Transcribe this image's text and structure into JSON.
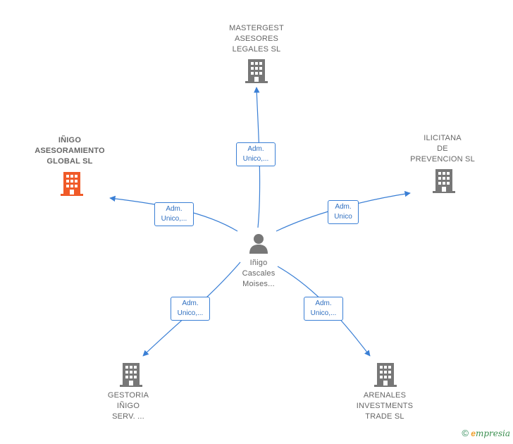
{
  "colors": {
    "edge": "#3a7fd5",
    "building_default": "#777777",
    "building_highlight": "#f05a28",
    "person": "#777777",
    "label_text": "#666666"
  },
  "center": {
    "name": "Iñigo\nCascales\nMoises...",
    "icon": "person-icon"
  },
  "nodes": [
    {
      "id": "mastergest",
      "name": "MASTERGEST\nASESORES\nLEGALES SL",
      "icon": "building-icon",
      "highlight": false,
      "edge_label": "Adm.\nUnico,..."
    },
    {
      "id": "inigo-asesoramiento",
      "name": "IÑIGO\nASESORAMIENTO\nGLOBAL SL",
      "icon": "building-icon",
      "highlight": true,
      "edge_label": "Adm.\nUnico,..."
    },
    {
      "id": "ilicitana",
      "name": "ILICITANA\nDE\nPREVENCION SL",
      "icon": "building-icon",
      "highlight": false,
      "edge_label": "Adm.\nUnico"
    },
    {
      "id": "gestoria",
      "name": "GESTORIA\nIÑIGO\nSERV. ...",
      "icon": "building-icon",
      "highlight": false,
      "edge_label": "Adm.\nUnico,..."
    },
    {
      "id": "arenales",
      "name": "ARENALES\nINVESTMENTS\nTRADE SL",
      "icon": "building-icon",
      "highlight": false,
      "edge_label": "Adm.\nUnico,..."
    }
  ],
  "footer": {
    "copyright": "©",
    "brand_initial": "e",
    "brand_rest": "mpresia"
  }
}
